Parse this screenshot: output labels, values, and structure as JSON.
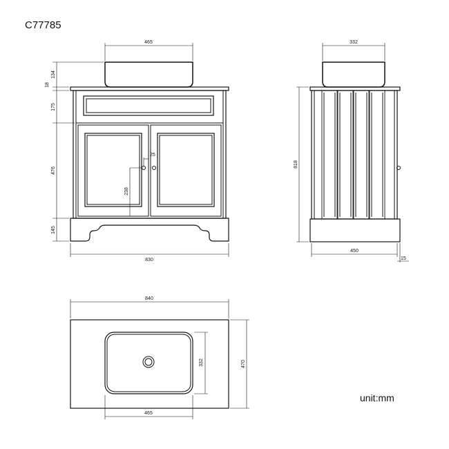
{
  "product_code": "C77785",
  "unit_label": "unit:mm",
  "front_view": {
    "basin_width": "465",
    "basin_height": "134",
    "top_thickness": "18",
    "drawer_height": "175",
    "door_height": "476",
    "plinth_height": "145",
    "cabinet_width": "830",
    "knob_offset": "25",
    "knob_height": "238"
  },
  "side_view": {
    "basin_depth": "332",
    "total_height": "818",
    "cabinet_depth": "450",
    "knob_projection": "15"
  },
  "top_view": {
    "top_width": "840",
    "top_depth": "470",
    "basin_depth": "332",
    "basin_width": "465"
  }
}
